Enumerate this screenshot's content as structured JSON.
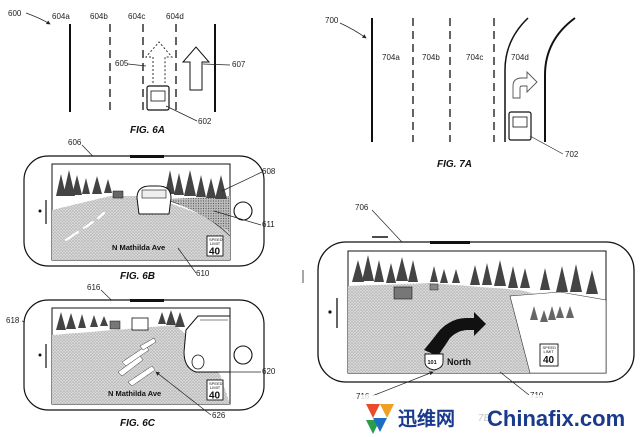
{
  "fig6a": {
    "caption": "FIG. 6A",
    "figure_ref": "600",
    "lanes": [
      "604a",
      "604b",
      "604c",
      "604d"
    ],
    "ref_605": "605",
    "ref_607": "607",
    "ref_602": "602"
  },
  "fig6b": {
    "caption": "FIG. 6B",
    "ref_606": "606",
    "ref_608": "608",
    "ref_611": "611",
    "ref_610": "610",
    "street": "N Mathilda Ave",
    "sign_top": "SPEED",
    "sign_mid": "LIMIT",
    "sign_value": "40"
  },
  "fig6c": {
    "caption": "FIG. 6C",
    "ref_616": "616",
    "ref_618": "618",
    "ref_620": "620",
    "ref_626": "626",
    "street": "N Mathilda Ave",
    "sign_top": "SPEED",
    "sign_mid": "LIMIT",
    "sign_value": "40"
  },
  "fig7a": {
    "caption": "FIG. 7A",
    "figure_ref": "700",
    "lanes": [
      "704a",
      "704b",
      "704c",
      "704d"
    ],
    "ref_702": "702"
  },
  "fig7b": {
    "ref_706": "706",
    "ref_710": "710",
    "ref_716": "716",
    "ref_partial": "7B",
    "highway_shield": "101",
    "direction": "North",
    "sign_top": "SPEED",
    "sign_mid": "LIMIT",
    "sign_value": "40"
  },
  "watermark": {
    "chinese": "迅维网",
    "site": "Chinafix.com",
    "accent_color": "#1a3b8c"
  }
}
